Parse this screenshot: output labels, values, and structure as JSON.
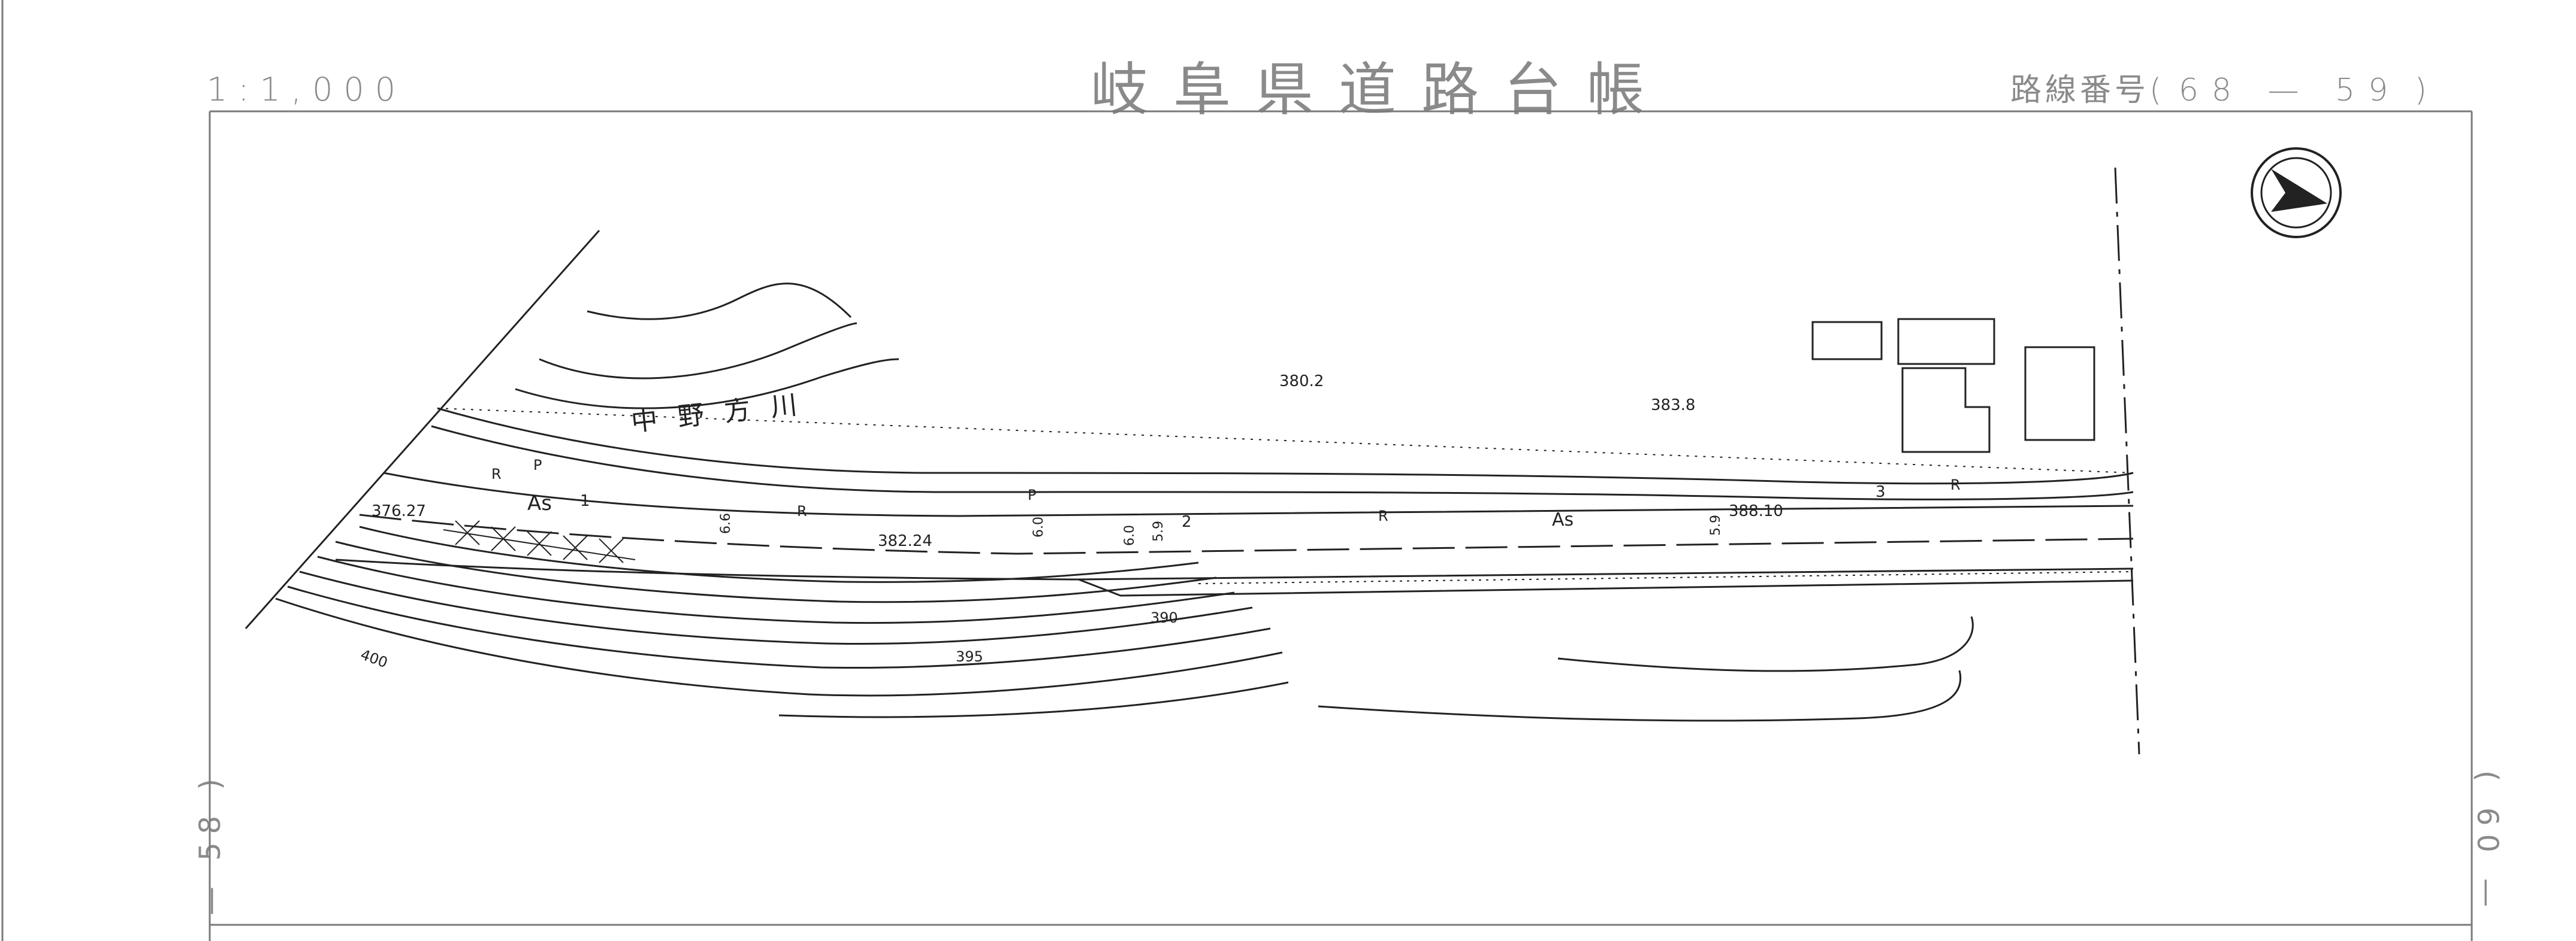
{
  "header": {
    "scale": "1:1,000",
    "title": "岐阜県道路台帳",
    "route_prefix": "路線番号(",
    "route_number": "68 — 59",
    "route_suffix": ")"
  },
  "edges": {
    "left_ref": "— 58 )",
    "right_ref": "( 60 —"
  },
  "map": {
    "river_label": "中野方川",
    "surface_label_1": "As",
    "surface_label_2": "As",
    "elevations": [
      "376.27",
      "382.24",
      "380.2",
      "383.8",
      "388.10"
    ],
    "contours": [
      "400",
      "395",
      "390"
    ],
    "road_widths": [
      "6.6",
      "6.0",
      "6.0",
      "5.9",
      "5.9"
    ],
    "markers": [
      "1",
      "2",
      "3"
    ],
    "symbol_r": "R",
    "symbol_p": "P"
  },
  "colors": {
    "frame": "#7a7a7a",
    "ink": "#222222",
    "header_text": "#8a8a8a"
  },
  "icons": [
    "north-arrow-icon"
  ]
}
